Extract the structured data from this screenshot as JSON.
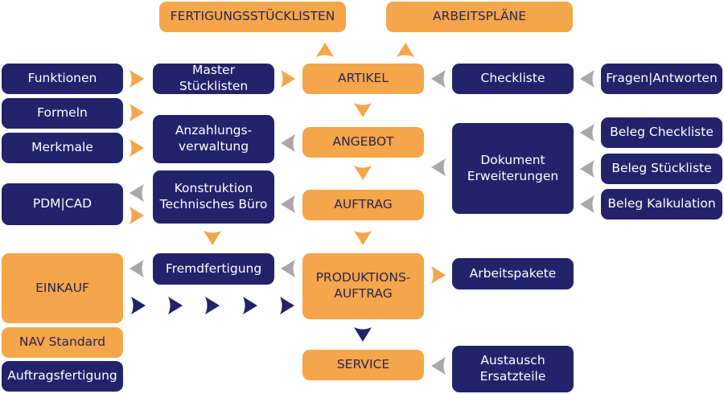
{
  "colors": {
    "navy": "#22236b",
    "orange": "#f5a54a",
    "gray_arrow": "#a8a8a8",
    "navy_text": "#2a2550",
    "white_text": "#ffffff"
  },
  "nodes": {
    "fertigungsstuecklisten": "FERTIGUNGSSTÜCKLISTEN",
    "arbeitsplaene": "ARBEITSPLÄNE",
    "funktionen": "Funktionen",
    "master_stuecklisten": "Master Stücklisten",
    "artikel": "ARTIKEL",
    "checkliste": "Checkliste",
    "fragen_antworten": "Fragen|Antworten",
    "formeln": "Formeln",
    "merkmale": "Merkmale",
    "anzahlungsverwaltung": "Anzahlungs-\nverwaltung",
    "angebot": "ANGEBOT",
    "dokument_erweiterungen": "Dokument\nErweiterungen",
    "beleg_checkliste": "Beleg Checkliste",
    "beleg_stueckliste": "Beleg Stückliste",
    "beleg_kalkulation": "Beleg Kalkulation",
    "konstruktion": "Konstruktion\nTechnisches Büro",
    "auftrag": "AUFTRAG",
    "pdm_cad": "PDM|CAD",
    "einkauf": "EINKAUF",
    "fremdfertigung": "Fremdfertigung",
    "produktionsauftrag": "PRODUKTIONS-\nAUFTRAG",
    "arbeitspakete": "Arbeitspakete",
    "nav_standard": "NAV Standard",
    "auftragsfertigung": "Auftragsfertigung",
    "service": "SERVICE",
    "austausch_ersatzteile": "Austausch\nErsatzteile"
  },
  "connections": [
    {
      "from": "artikel",
      "to": "fertigungsstuecklisten",
      "direction": "up",
      "color": "orange"
    },
    {
      "from": "artikel",
      "to": "arbeitsplaene",
      "direction": "up",
      "color": "orange"
    },
    {
      "from": "funktionen",
      "to": "master_stuecklisten",
      "direction": "right",
      "color": "orange"
    },
    {
      "from": "master_stuecklisten",
      "to": "artikel",
      "direction": "right",
      "color": "orange"
    },
    {
      "from": "checkliste",
      "to": "artikel",
      "direction": "left",
      "color": "gray"
    },
    {
      "from": "fragen_antworten",
      "to": "checkliste",
      "direction": "left",
      "color": "gray"
    },
    {
      "from": "formeln",
      "to": "anzahlungsverwaltung",
      "direction": "right",
      "color": "orange"
    },
    {
      "from": "merkmale",
      "to": "anzahlungsverwaltung",
      "direction": "right",
      "color": "orange"
    },
    {
      "from": "artikel",
      "to": "angebot",
      "direction": "down",
      "color": "orange"
    },
    {
      "from": "angebot",
      "to": "anzahlungsverwaltung",
      "direction": "left",
      "color": "gray"
    },
    {
      "from": "dokument_erweiterungen",
      "to": "angebot",
      "direction": "left",
      "color": "gray"
    },
    {
      "from": "beleg_checkliste",
      "to": "dokument_erweiterungen",
      "direction": "left",
      "color": "gray"
    },
    {
      "from": "beleg_stueckliste",
      "to": "dokument_erweiterungen",
      "direction": "left",
      "color": "gray"
    },
    {
      "from": "beleg_kalkulation",
      "to": "dokument_erweiterungen",
      "direction": "left",
      "color": "gray"
    },
    {
      "from": "angebot",
      "to": "auftrag",
      "direction": "down",
      "color": "orange"
    },
    {
      "from": "auftrag",
      "to": "konstruktion",
      "direction": "left",
      "color": "gray"
    },
    {
      "from": "konstruktion",
      "to": "pdm_cad",
      "direction": "left",
      "color": "gray"
    },
    {
      "from": "pdm_cad",
      "to": "konstruktion",
      "direction": "right",
      "color": "orange"
    },
    {
      "from": "konstruktion",
      "to": "fremdfertigung",
      "direction": "down",
      "color": "orange"
    },
    {
      "from": "auftrag",
      "to": "produktionsauftrag",
      "direction": "down",
      "color": "orange"
    },
    {
      "from": "produktionsauftrag",
      "to": "fremdfertigung",
      "direction": "left",
      "color": "gray"
    },
    {
      "from": "fremdfertigung",
      "to": "einkauf",
      "direction": "left",
      "color": "gray"
    },
    {
      "from": "einkauf",
      "to": "produktionsauftrag",
      "direction": "right",
      "color": "navy",
      "chevrons": 5
    },
    {
      "from": "produktionsauftrag",
      "to": "arbeitspakete",
      "direction": "right",
      "color": "orange"
    },
    {
      "from": "produktionsauftrag",
      "to": "service",
      "direction": "down",
      "color": "navy"
    },
    {
      "from": "austausch_ersatzteile",
      "to": "service",
      "direction": "left",
      "color": "gray"
    }
  ]
}
